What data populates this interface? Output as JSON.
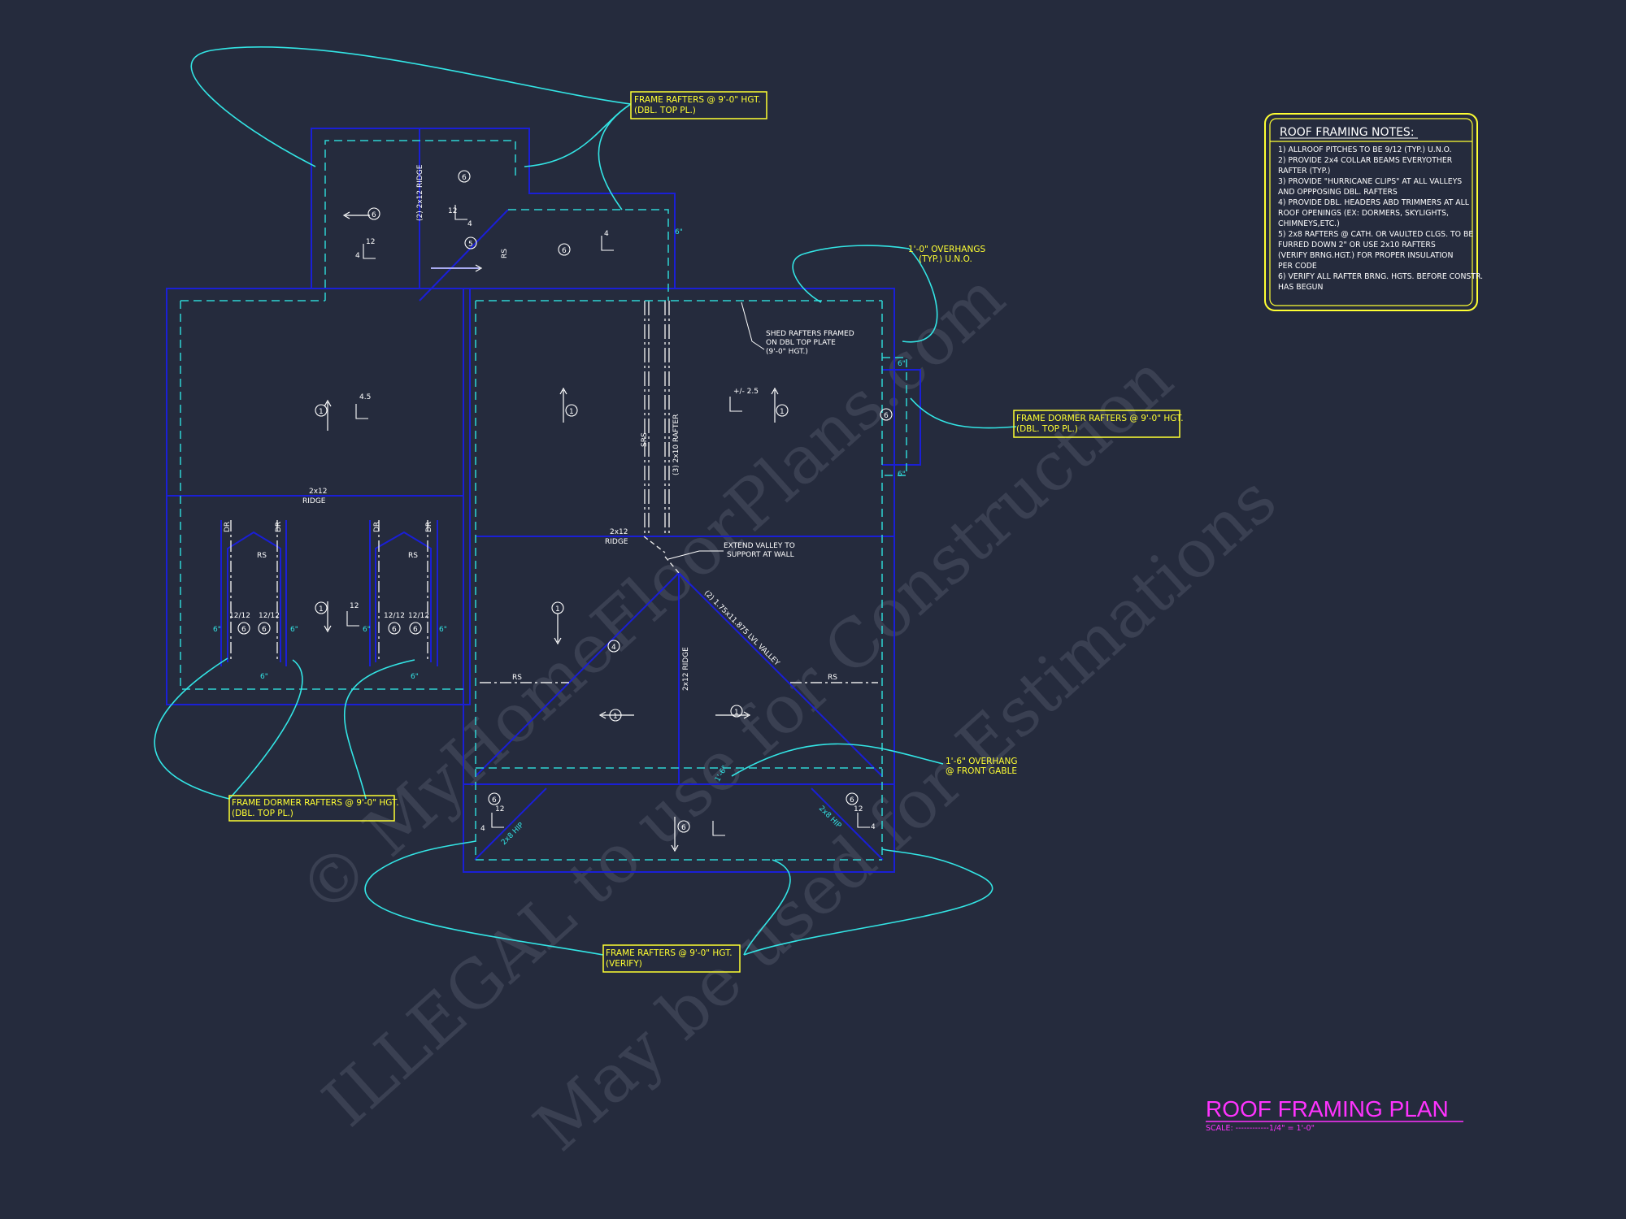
{
  "watermark": {
    "line1": "© MyHomeFloorPlans.com",
    "line2": "ILLEGAL to use for Construction",
    "line3": "May be used for Estimations"
  },
  "title": {
    "main": "ROOF FRAMING PLAN",
    "scale": "SCALE: ------------1/4\" = 1'-0\""
  },
  "notes": {
    "heading": "ROOF FRAMING NOTES:",
    "lines": [
      "1) ALLROOF PITCHES TO BE  9/12 (TYP.) U.N.O.",
      "2) PROVIDE 2x4 COLLAR BEAMS EVERYOTHER",
      "    RAFTER (TYP.)",
      "3) PROVIDE \"HURRICANE CLIPS\" AT ALL VALLEYS",
      "    AND OPPPOSING DBL. RAFTERS",
      "4) PROVIDE DBL. HEADERS ABD TRIMMERS AT ALL",
      "    ROOF OPENINGS (EX: DORMERS, SKYLIGHTS,",
      "    CHIMNEYS,ETC.)",
      "5) 2x8 RAFTERS @ CATH. OR VAULTED CLGS. TO BE",
      "    FURRED DOWN 2\" OR USE 2x10 RAFTERS",
      "    (VERIFY BRNG.HGT.) FOR PROPER INSULATION",
      "    PER CODE",
      "6) VERIFY ALL RAFTER BRNG. HGTS. BEFORE CONSTR.",
      "    HAS BEGUN"
    ]
  },
  "callouts": {
    "top_line1": "FRAME RAFTERS @ 9'-0\" HGT.",
    "top_line2": "(DBL. TOP PL.)",
    "right_line1": "FRAME DORMER RAFTERS @ 9'-0\" HGT.",
    "right_line2": "(DBL. TOP PL.)",
    "left_line1": "FRAME DORMER RAFTERS @ 9'-0\" HGT.",
    "left_line2": "(DBL. TOP PL.)",
    "bottom_line1": "FRAME RAFTERS @ 9'-0\" HGT.",
    "bottom_line2": "(VERIFY)",
    "overhang_line1": "1'-0\" OVERHANGS",
    "overhang_line2": "(TYP.) U.N.O.",
    "gable_line1": "1'-6\" OVERHANG",
    "gable_line2": "@ FRONT GABLE"
  },
  "labels": {
    "shed_line1": "SHED RAFTERS FRAMED",
    "shed_line2": "ON DBL TOP PLATE",
    "shed_line3": "(9'-0\" HGT.)",
    "extend_line1": "EXTEND VALLEY TO",
    "extend_line2": "SUPPORT AT WALL",
    "ridge_2x12": "2x12",
    "ridge_word": "RIDGE",
    "ridge_2x12_vert": "(2) 2x12 RIDGE",
    "ridge_front": "2x12 RIDGE",
    "rafter_3_2x10": "(3) 2x10 RAFTER",
    "valley_lvl": "(2) 1.75x11.875 LVL VALLEY",
    "hip_2x8": "2x8 HIP",
    "rs": "RS",
    "dr": "DR",
    "srs": "SRS",
    "pitch_12": "12",
    "pitch_4": "4",
    "pitch_45": "4.5",
    "pitch_25": "+/- 2.5",
    "pitch_12_12": "12/12",
    "dim_6in": "6\"",
    "dim_1_6": "1'-6\"",
    "tag_1": "1",
    "tag_4": "4",
    "tag_5": "5",
    "tag_6": "6"
  },
  "colors": {
    "background": "#252b3d",
    "wall_line": "#1a1fd6",
    "overhang_dash": "#2fd4d4",
    "leader": "#33e5e5",
    "callout": "#ffff33",
    "title": "#ff33ff",
    "text": "#ffffff"
  }
}
